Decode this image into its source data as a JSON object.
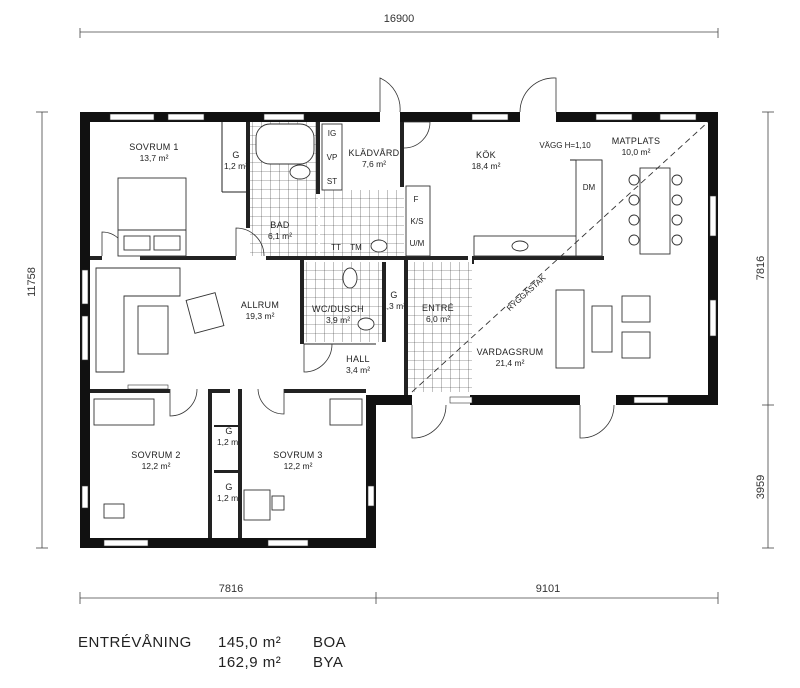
{
  "dimensions": {
    "top_total": "16900",
    "bottom_left": "7816",
    "bottom_right": "9101",
    "left_total": "11758",
    "right_upper": "7816",
    "right_lower": "3959"
  },
  "rooms": {
    "sovrum1": {
      "name": "SOVRUM 1",
      "area": "13,7 m²"
    },
    "g1": {
      "name": "G",
      "area": "1,2 m²"
    },
    "bad": {
      "name": "BAD",
      "area": "6,1 m²"
    },
    "kladvard": {
      "name": "KLÄDVÅRD",
      "area": "7,6 m²"
    },
    "kok": {
      "name": "KÖK",
      "area": "18,4 m²"
    },
    "matplats": {
      "name": "MATPLATS",
      "area": "10,0 m²"
    },
    "allrum": {
      "name": "ALLRUM",
      "area": "19,3 m²"
    },
    "wcdusch": {
      "name": "WC/DUSCH",
      "area": "3,9 m²"
    },
    "g2": {
      "name": "G",
      "area": "1,3 m²"
    },
    "entre": {
      "name": "ENTRÉ",
      "area": "6,0 m²"
    },
    "hall": {
      "name": "HALL",
      "area": "3,4 m²"
    },
    "vardagsrum": {
      "name": "VARDAGSRUM",
      "area": "21,4 m²"
    },
    "sovrum2": {
      "name": "SOVRUM 2",
      "area": "12,2 m²"
    },
    "g3": {
      "name": "G",
      "area": "1,2 m²"
    },
    "g4": {
      "name": "G",
      "area": "1,2 m²"
    },
    "sovrum3": {
      "name": "SOVRUM 3",
      "area": "12,2 m²"
    }
  },
  "fixtures": {
    "ig": "IG",
    "vp": "VP",
    "st": "ST",
    "f": "F",
    "ks": "K/S",
    "um": "U/M",
    "tt": "TT",
    "tm": "TM",
    "dm": "DM",
    "vagg": "VÄGG H=1,10",
    "ryggastak": "RYGGÅSTAK"
  },
  "summary": {
    "title": "ENTRÉVÅNING",
    "rows": [
      {
        "value": "145,0 m²",
        "unit": "BOA"
      },
      {
        "value": "162,9 m²",
        "unit": "BYA"
      }
    ]
  }
}
